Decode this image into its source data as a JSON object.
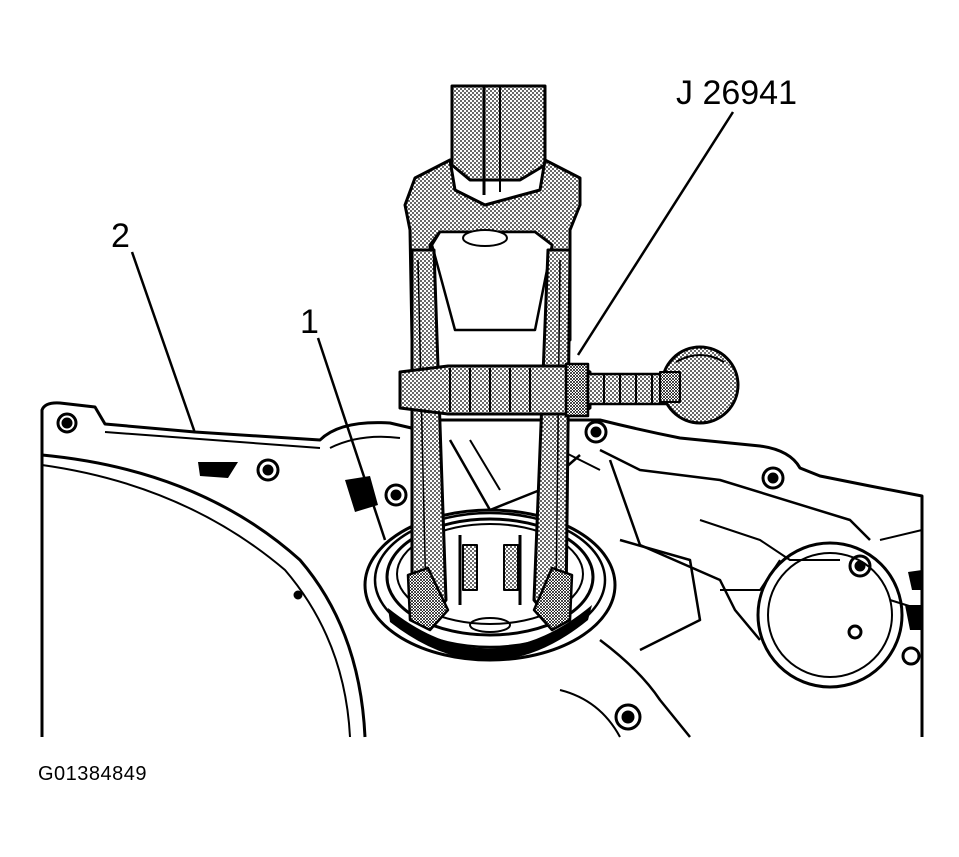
{
  "diagram": {
    "callouts": {
      "tool": "J 26941",
      "part_2": "2",
      "part_1": "1"
    },
    "figure_id": "G01384849",
    "colors": {
      "ink": "#000000",
      "paper": "#ffffff",
      "stipple": "#9a9a9a"
    }
  }
}
